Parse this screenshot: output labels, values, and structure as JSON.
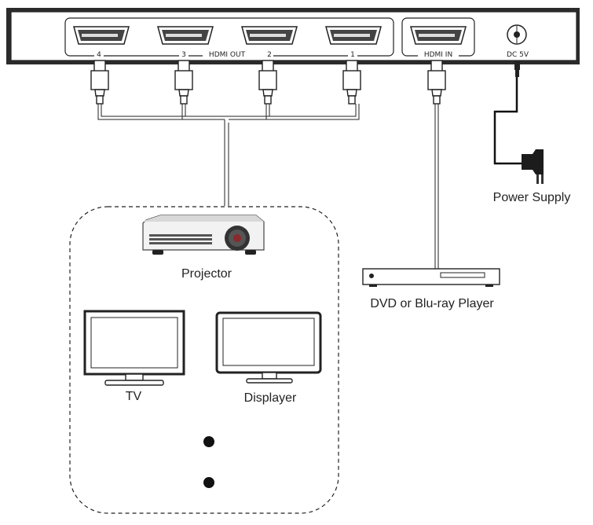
{
  "splitter": {
    "out_port_numbers": [
      "4",
      "3",
      "2",
      "1"
    ],
    "out_label": "HDMI OUT",
    "in_label": "HDMI IN",
    "power_label": "DC 5V"
  },
  "devices": {
    "power_supply": "Power Supply",
    "dvd_player": "DVD or Blu-ray Player",
    "projector": "Projector",
    "tv": "TV",
    "displayer": "Displayer"
  }
}
